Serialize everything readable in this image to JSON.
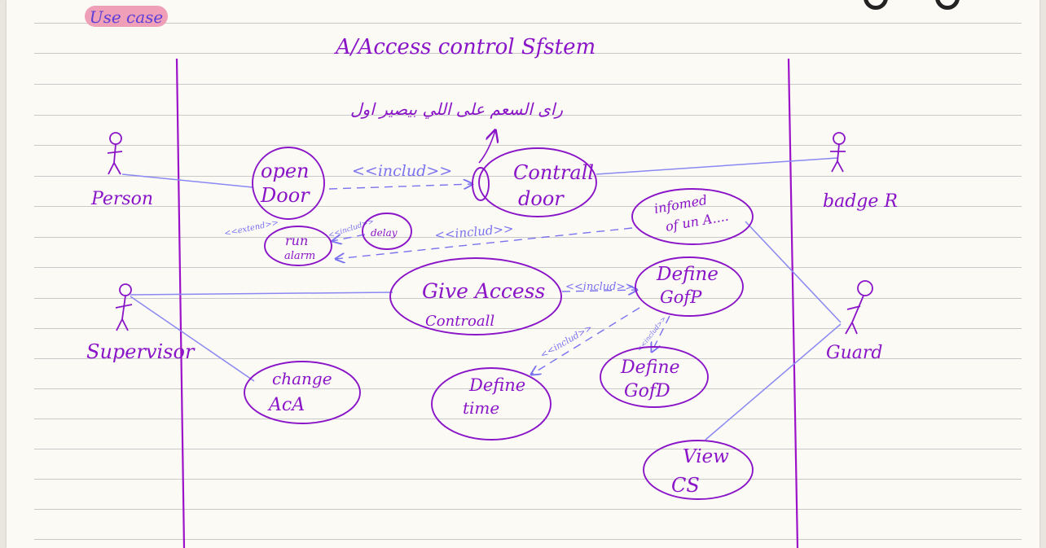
{
  "tag": {
    "label": "Use case"
  },
  "title": "A/Access control Sfstem",
  "note_arabic": "راى السعم على اللي بيصير اول",
  "actors": {
    "person": "Person",
    "badge": "badge R",
    "supervisor": "Supervisor",
    "guard": "Guard"
  },
  "use_cases": {
    "open_door": [
      "open",
      "Door"
    ],
    "control_door": [
      "Contrall",
      "door"
    ],
    "run_alarm": [
      "run",
      "alarm"
    ],
    "delay": [
      "delay"
    ],
    "informed": [
      "infomed",
      "of un A...."
    ],
    "give_access": [
      "Give Access",
      "Controall"
    ],
    "define_gofp": [
      "Define",
      "GofP"
    ],
    "define_gofd": [
      "Define",
      "GofD"
    ],
    "define_time": [
      "Define",
      "time"
    ],
    "change_aca": [
      "change",
      "AcA"
    ],
    "view_cs": [
      "View",
      "CS"
    ]
  },
  "relations": {
    "include_open_control": "<<includ>>",
    "extend_run_alarm": "<<extend>>",
    "include_delay": "<<includ>>",
    "include_informed": "<<includ>>",
    "include_give_gofp": "<<includ>>",
    "include_time": "<<includ>>",
    "include_gofd": "<<includ>>"
  },
  "colors": {
    "ink": "#8a14c8",
    "ink_light": "#7a72f0",
    "boundary": "#9b12c9",
    "tag_bg": "#ef9fb7"
  }
}
